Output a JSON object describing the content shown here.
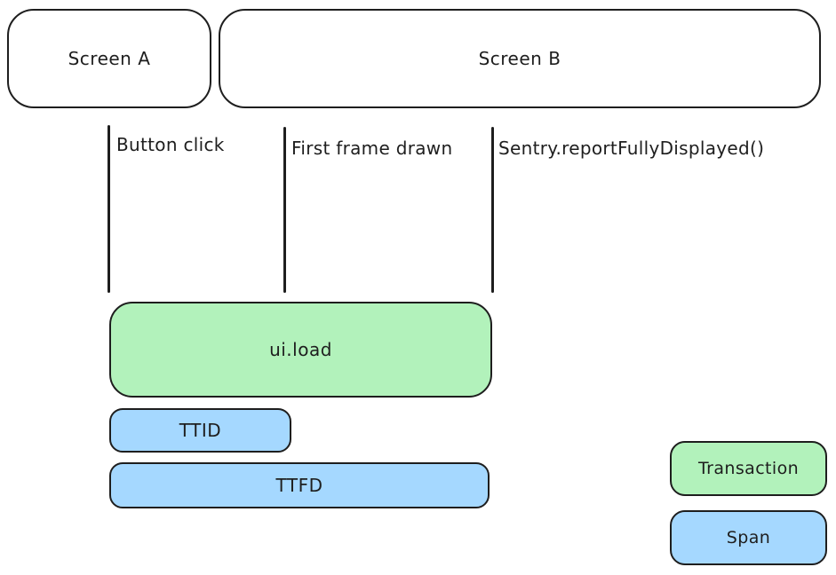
{
  "colors": {
    "stroke": "#1e1e1e",
    "transaction": "#b2f2bb",
    "span": "#a5d8ff",
    "bg": "#ffffff"
  },
  "screens": [
    {
      "label": "Screen A"
    },
    {
      "label": "Screen B"
    }
  ],
  "events": [
    {
      "label": "Button click"
    },
    {
      "label": "First frame drawn"
    },
    {
      "label": "Sentry.reportFullyDisplayed()"
    }
  ],
  "bars": {
    "ui_load": {
      "label": "ui.load",
      "kind": "transaction"
    },
    "ttid": {
      "label": "TTID",
      "kind": "span"
    },
    "ttfd": {
      "label": "TTFD",
      "kind": "span"
    }
  },
  "legend": [
    {
      "label": "Transaction",
      "color": "#b2f2bb"
    },
    {
      "label": "Span",
      "color": "#a5d8ff"
    }
  ]
}
